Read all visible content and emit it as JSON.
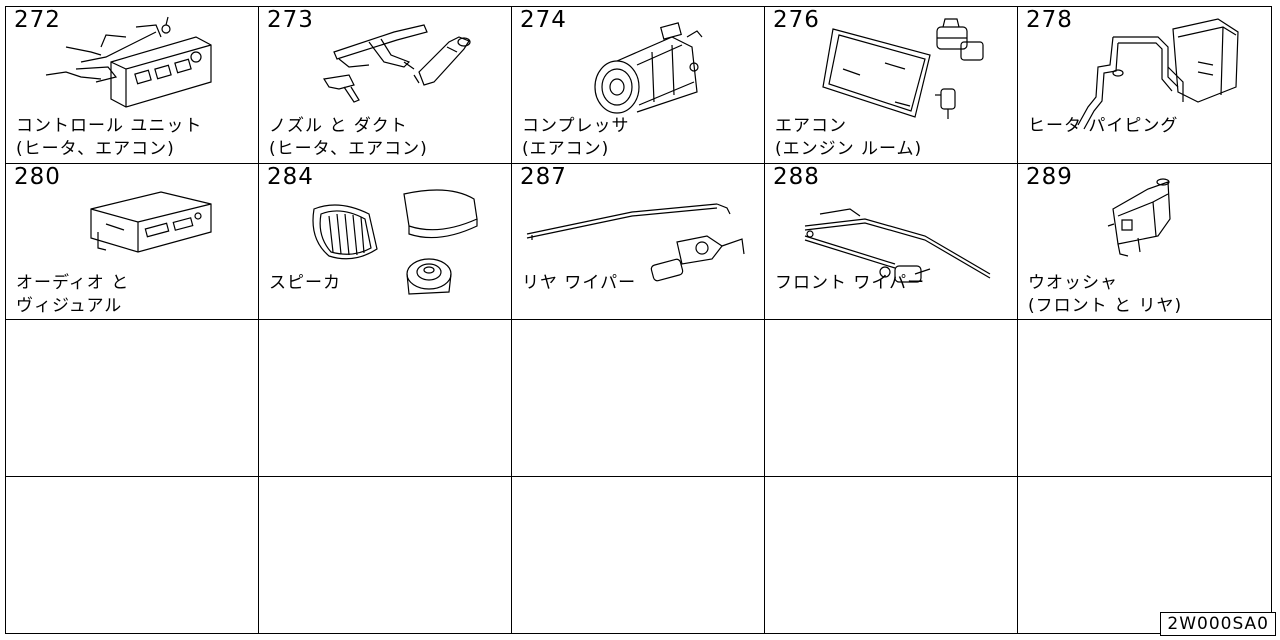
{
  "catalog": {
    "sections": [
      {
        "number": "272",
        "title_line1": "コントロール ユニット",
        "title_line2": "(ヒータ、エアコン)",
        "icon": "control-unit-icon"
      },
      {
        "number": "273",
        "title_line1": "ノズル と ダクト",
        "title_line2": "(ヒータ、エアコン)",
        "icon": "nozzle-duct-icon"
      },
      {
        "number": "274",
        "title_line1": "コンプレッサ",
        "title_line2": "(エアコン)",
        "icon": "compressor-icon"
      },
      {
        "number": "276",
        "title_line1": "エアコン",
        "title_line2": "(エンジン ルーム)",
        "icon": "condenser-icon"
      },
      {
        "number": "278",
        "title_line1": "ヒータ パイピング",
        "title_line2": "",
        "icon": "heater-piping-icon"
      },
      {
        "number": "280",
        "title_line1": "オーディオ と",
        "title_line2": "ヴィジュアル",
        "icon": "audio-unit-icon"
      },
      {
        "number": "284",
        "title_line1": "スピーカ",
        "title_line2": "",
        "icon": "speaker-icon"
      },
      {
        "number": "287",
        "title_line1": "リヤ ワイパー",
        "title_line2": "",
        "icon": "rear-wiper-icon"
      },
      {
        "number": "288",
        "title_line1": "フロント ワイパー",
        "title_line2": "",
        "icon": "front-wiper-icon"
      },
      {
        "number": "289",
        "title_line1": "ウオッシャ",
        "title_line2": "(フロント と リヤ)",
        "icon": "washer-tank-icon"
      }
    ],
    "diagram_code": "2W000SA0"
  }
}
